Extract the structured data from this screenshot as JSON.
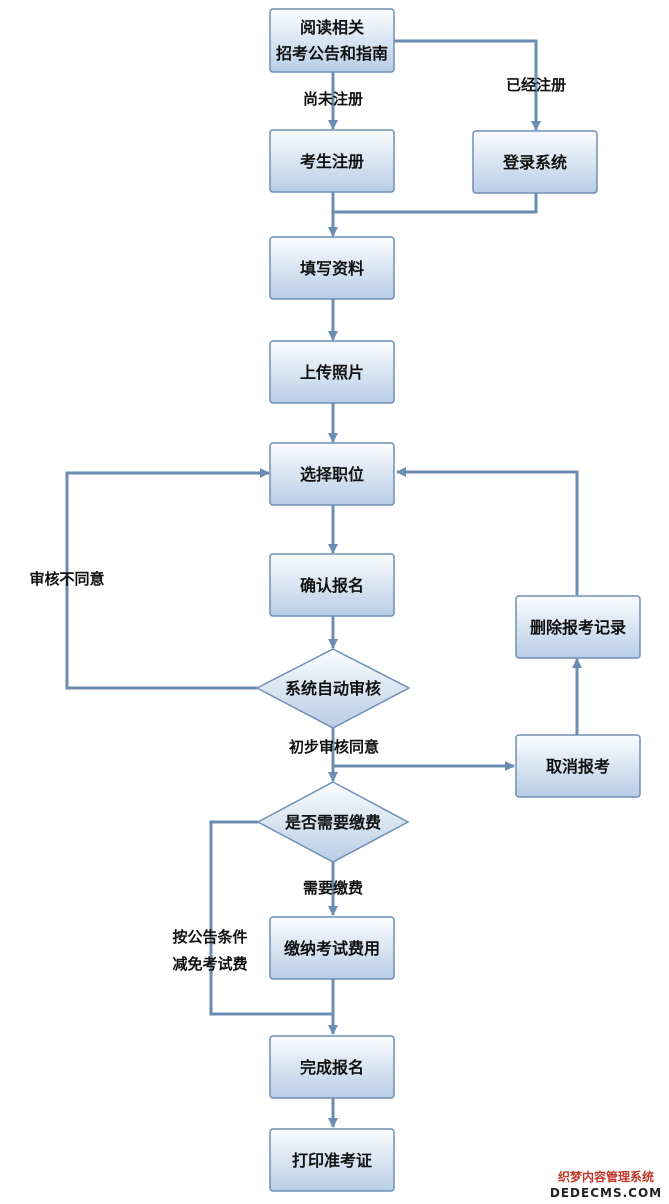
{
  "colors": {
    "box_fill_top": "#fbfdff",
    "box_fill_bottom": "#b7cde5",
    "box_stroke": "#6f8fb4",
    "line": "#6b8db4",
    "text": "#111111",
    "watermark_red": "#c0392b"
  },
  "nodes": {
    "read": {
      "line1": "阅读相关",
      "line2": "招考公告和指南"
    },
    "register": "考生注册",
    "login": "登录系统",
    "fill": "填写资料",
    "upload": "上传照片",
    "select": "选择职位",
    "confirm": "确认报名",
    "auto_review": "系统自动审核",
    "delete_record": "删除报考记录",
    "cancel": "取消报考",
    "need_fee": "是否需要缴费",
    "pay": "缴纳考试费用",
    "complete": "完成报名",
    "print": "打印准考证"
  },
  "labels": {
    "not_registered": "尚未注册",
    "registered": "已经注册",
    "review_disagree": "审核不同意",
    "review_agree": "初步审核同意",
    "need_pay": "需要缴费",
    "waiver_line1": "按公告条件",
    "waiver_line2": "减免考试费"
  },
  "watermark": {
    "line1": "织梦内容管理系统",
    "line2": "DEDECMS.COM"
  }
}
